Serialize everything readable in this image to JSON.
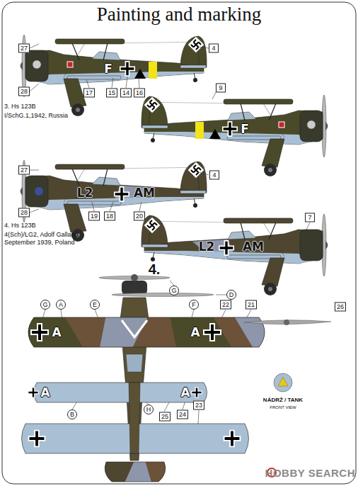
{
  "diagram": {
    "title": "Painting and marking",
    "labels": [
      "4",
      "27",
      "28",
      "17",
      "15",
      "14",
      "16",
      "F",
      "3. Hs 123B",
      "I/SchG.1,1942, Russia",
      "9",
      "F",
      "27",
      "4",
      "L2",
      "AM",
      "28",
      "19",
      "18",
      "20",
      "4. Hs 123B",
      "4(Sch)/LG2, Adolf Galland, September 1939, Poland",
      "7",
      "L2",
      "AM",
      "4.",
      "G",
      "D",
      "G",
      "A",
      "E",
      "F",
      "22",
      "21",
      "A",
      "A",
      "26",
      "A",
      "A",
      "B",
      "H",
      "25",
      "24",
      "23",
      "NÁDRŽ / TANK",
      "FRONT VIEW",
      "HOBBY SEARCH"
    ]
  }
}
